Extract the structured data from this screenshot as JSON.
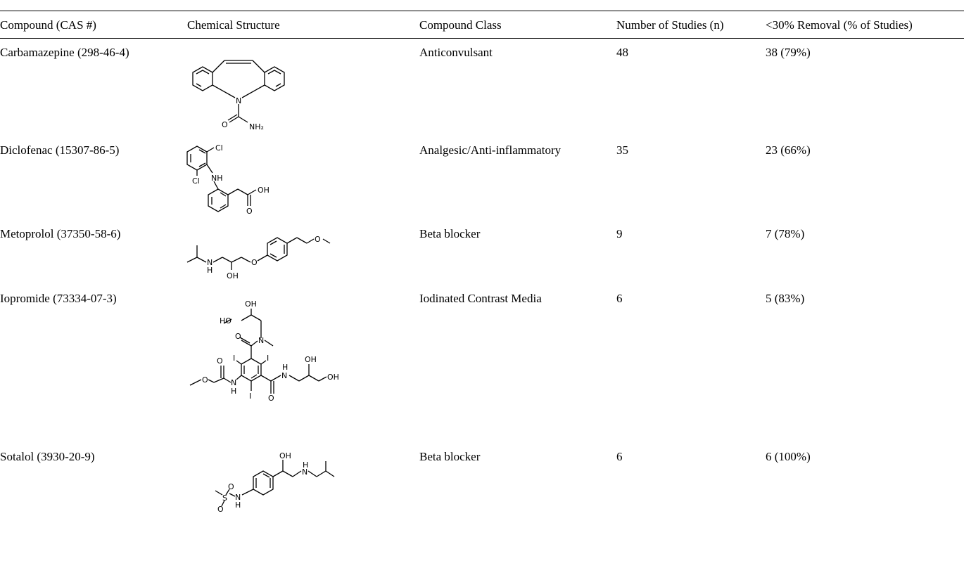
{
  "headers": {
    "compound": "Compound (CAS #)",
    "structure": "Chemical Structure",
    "class": "Compound Class",
    "studies": "Number of Studies (n)",
    "removal": "<30% Removal (% of Studies)"
  },
  "rows": [
    {
      "compound": "Carbamazepine (298-46-4)",
      "class": "Anticonvulsant",
      "studies": "48",
      "removal": "38 (79%)",
      "atoms": [
        "N",
        "O",
        "NH₂"
      ]
    },
    {
      "compound": "Diclofenac (15307-86-5)",
      "class": "Analgesic/Anti-inflammatory",
      "studies": "35",
      "removal": "23 (66%)",
      "atoms": [
        "Cl",
        "NH",
        "Cl",
        "OH",
        "O"
      ]
    },
    {
      "compound": "Metoprolol (37350-58-6)",
      "class": "Beta blocker",
      "studies": "9",
      "removal": "7 (78%)",
      "atoms": [
        "N",
        "H",
        "OH",
        "O",
        "O"
      ]
    },
    {
      "compound": "Iopromide (73334-07-3)",
      "class": "Iodinated Contrast Media",
      "studies": "6",
      "removal": "5 (83%)",
      "atoms": [
        "OH",
        "HO",
        "N",
        "O",
        "I",
        "I",
        "O",
        "OH",
        "H",
        "N",
        "OH",
        "O",
        "N",
        "H",
        "I",
        "O"
      ]
    },
    {
      "compound": "Sotalol (3930-20-9)",
      "class": "Beta blocker",
      "studies": "6",
      "removal": "6 (100%)",
      "atoms": [
        "OH",
        "H",
        "N",
        "S",
        "O",
        "O",
        "N",
        "H"
      ]
    }
  ]
}
